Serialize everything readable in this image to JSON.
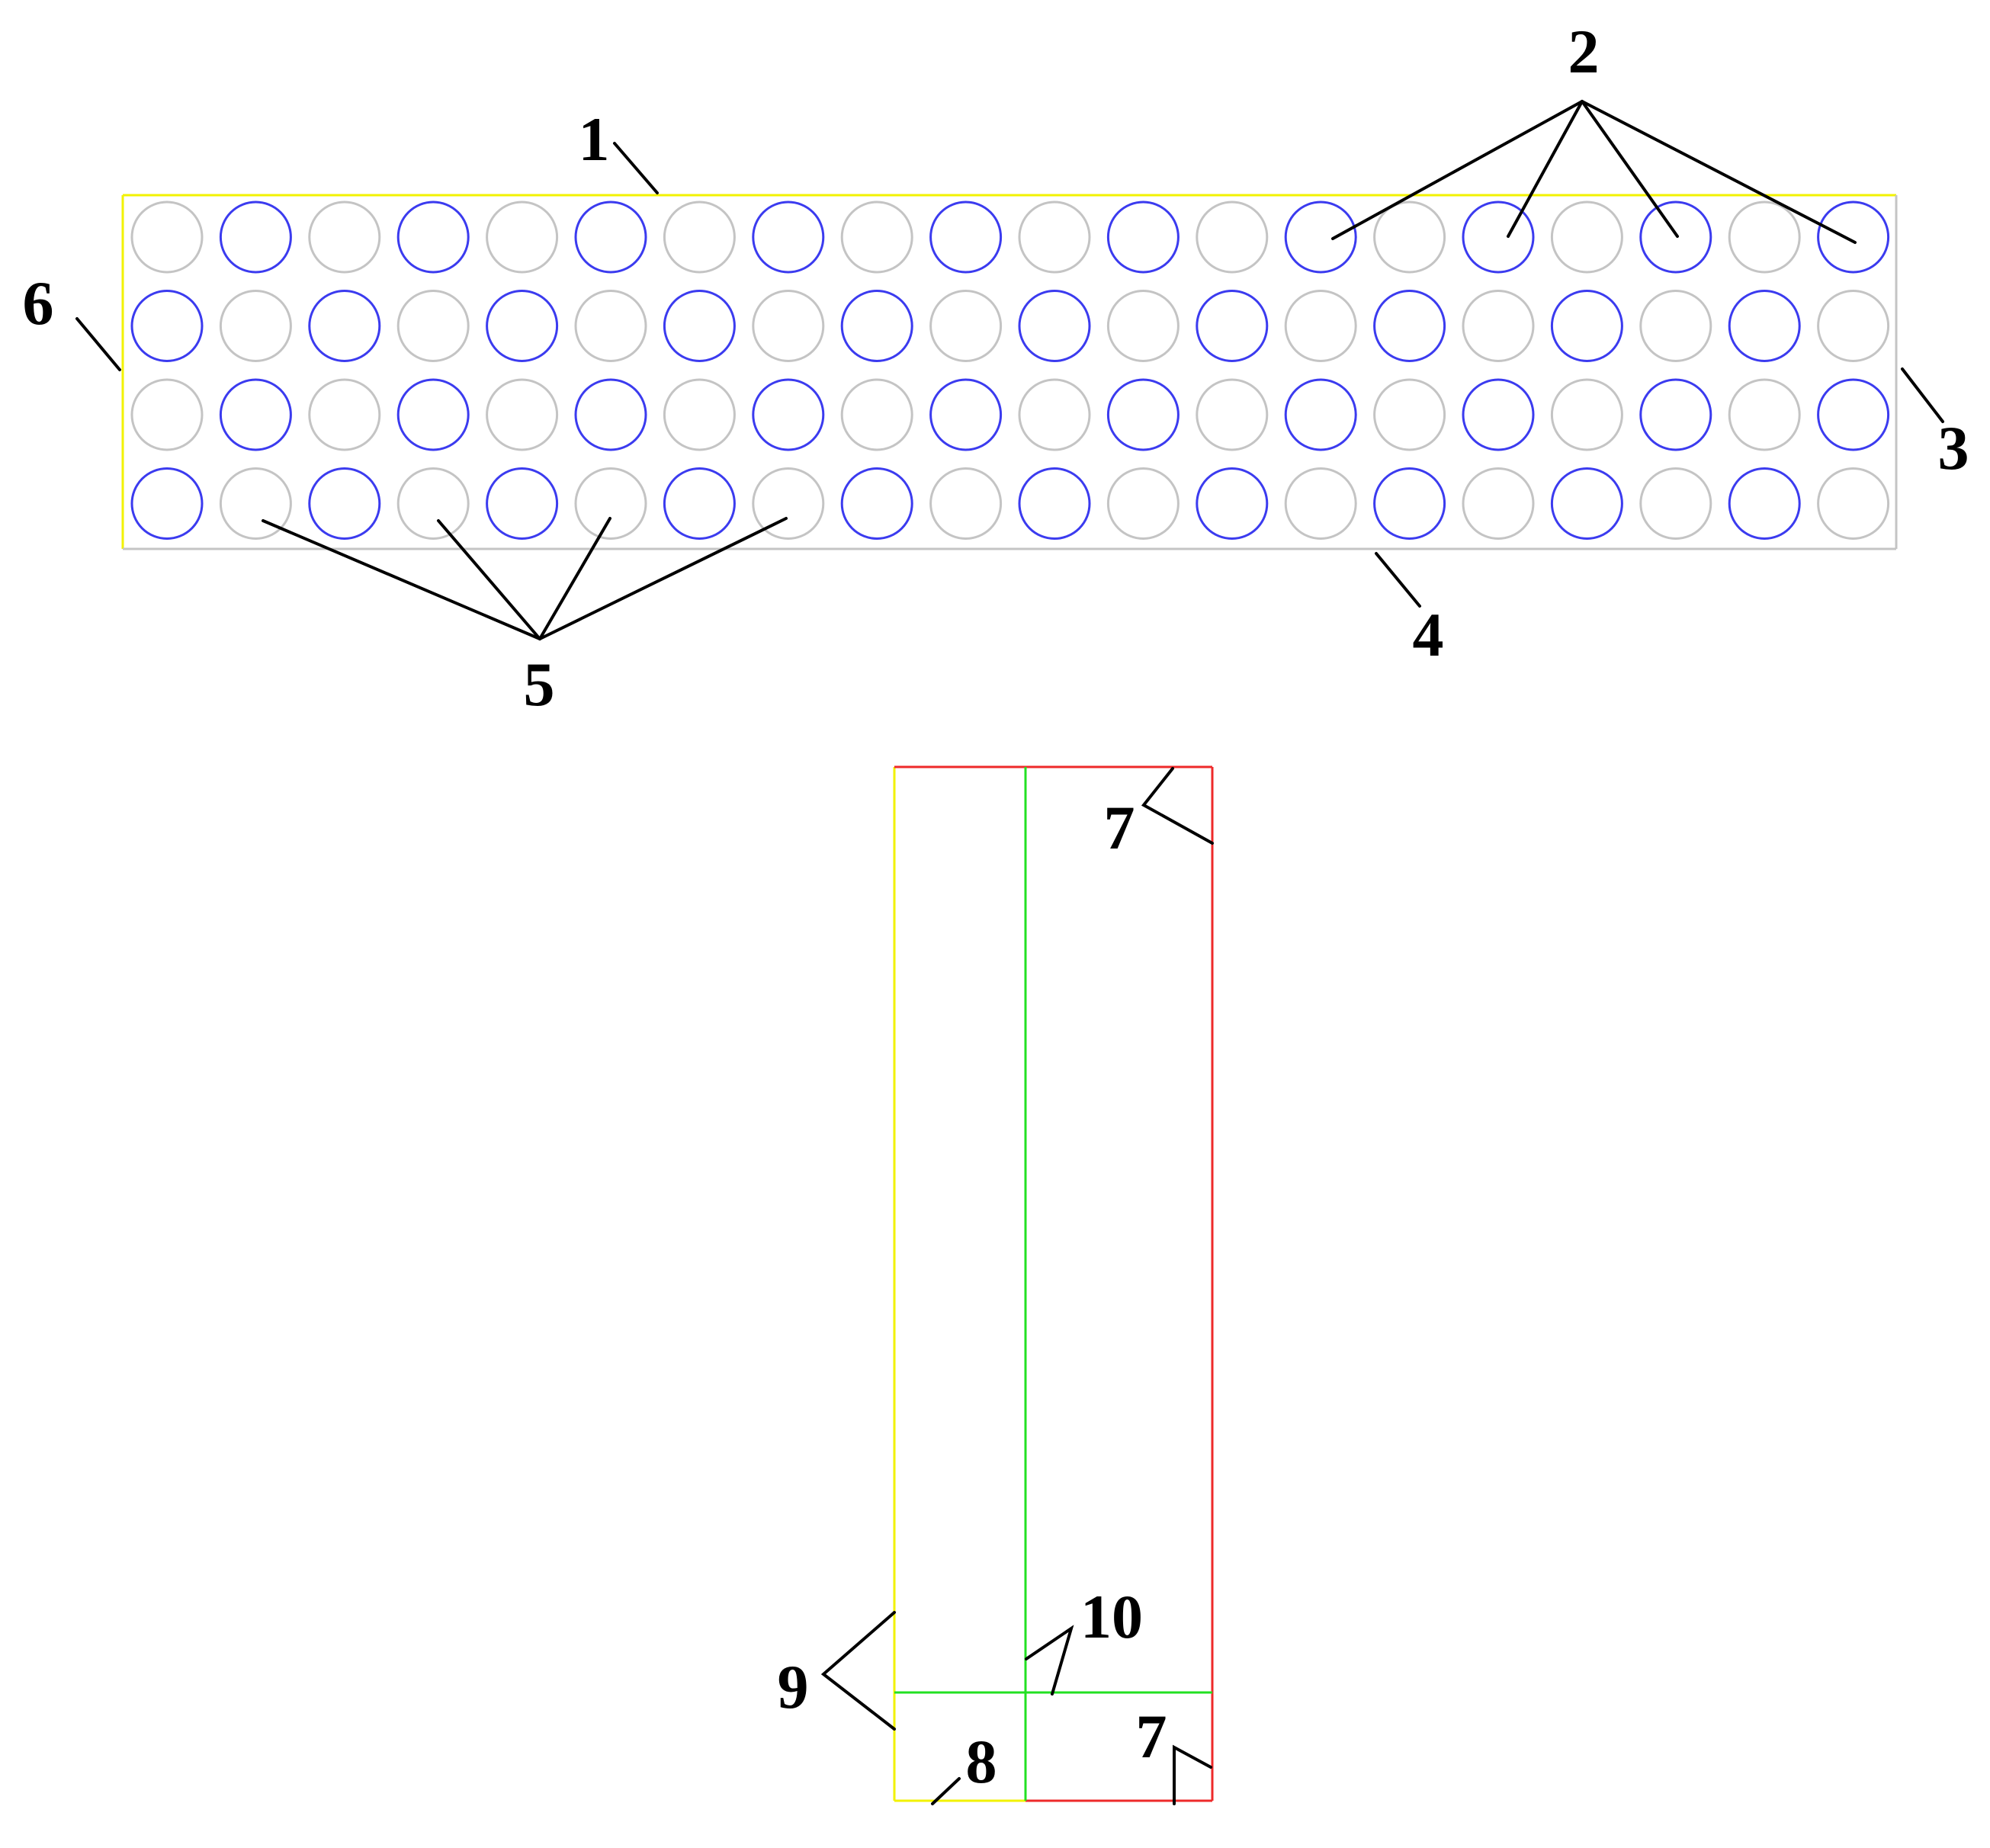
{
  "colors": {
    "background": "#ffffff",
    "leader_line": "#000000",
    "label_text": "#000000",
    "hole_blue": "#3b3bef",
    "hole_gray": "#c4c4c4",
    "edge_yellow": "#f2f200",
    "edge_gray": "#c4c4c4",
    "edge_red": "#ee2a2a",
    "edge_green": "#22e022"
  },
  "hole_grid": {
    "rows": 4,
    "columns": 20,
    "pattern": "checkerboard",
    "first_row_starts_with": "gray"
  },
  "labels": {
    "l1": "1",
    "l2": "2",
    "l3": "3",
    "l4": "4",
    "l5": "5",
    "l6": "6",
    "l7_top": "7",
    "l7_bottom": "7",
    "l8": "8",
    "l9": "9",
    "l10": "10"
  }
}
